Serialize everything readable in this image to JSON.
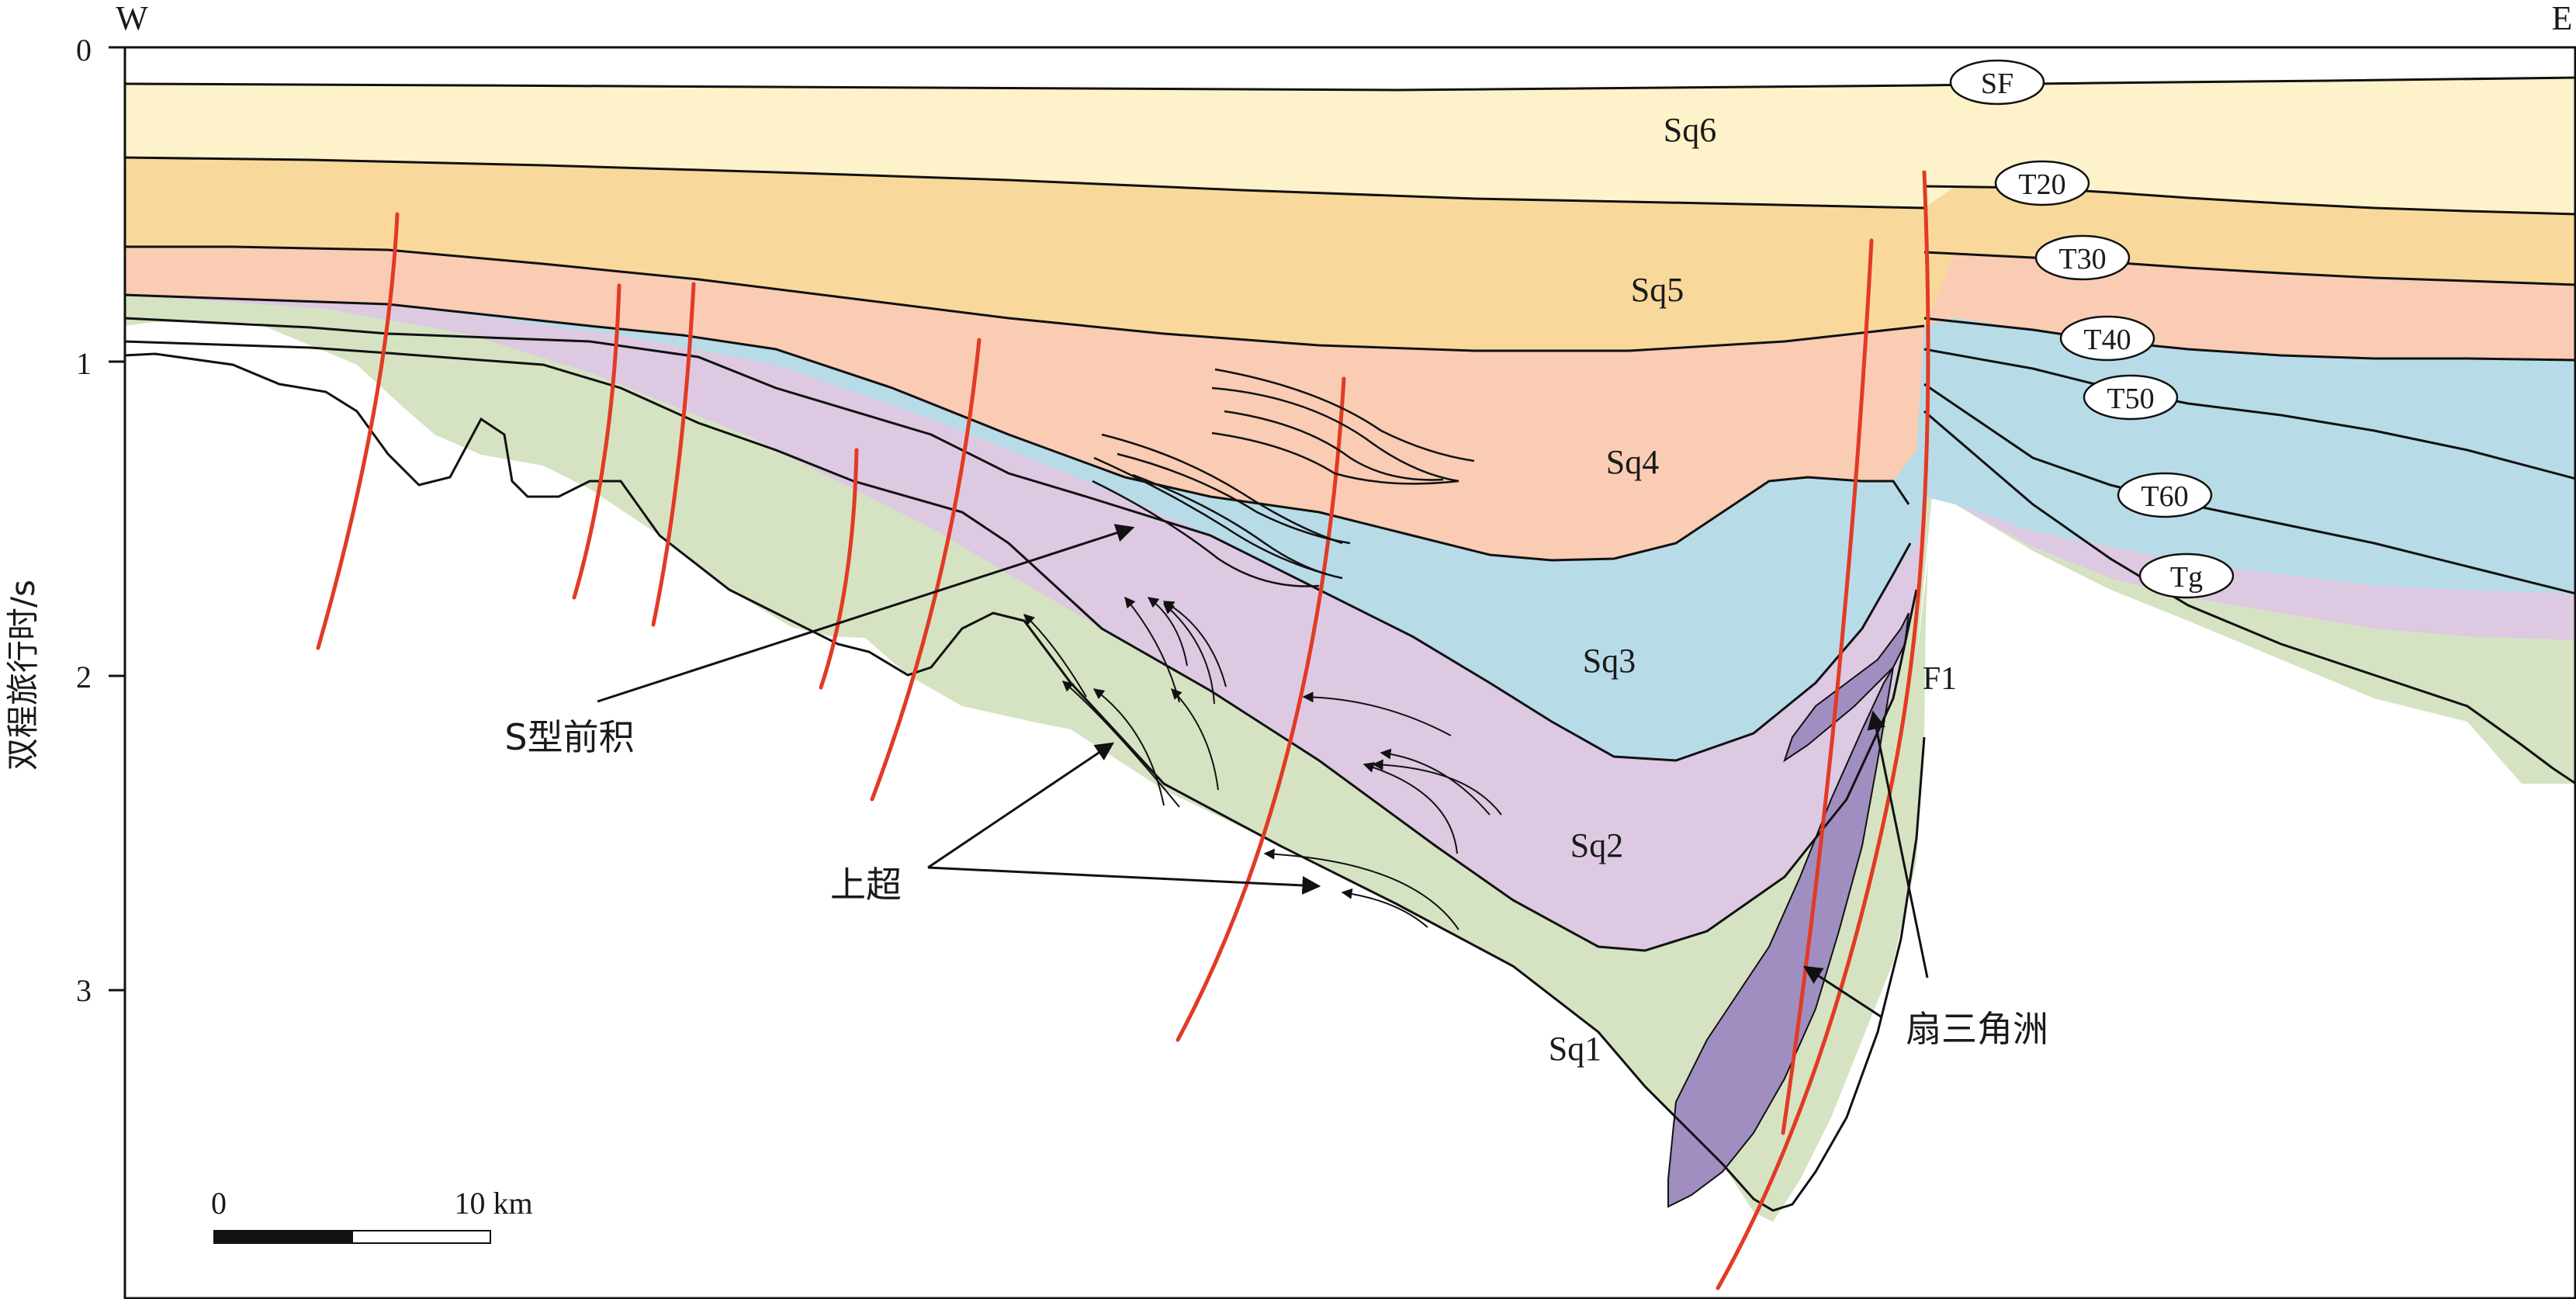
{
  "orientation": {
    "west": "W",
    "east": "E"
  },
  "axis": {
    "label": "双程旅行时/s",
    "ticks": [
      "0",
      "1",
      "2",
      "3"
    ]
  },
  "sequences": [
    {
      "name": "Sq6",
      "color": "#fdf2c9"
    },
    {
      "name": "Sq5",
      "color": "#f9d99b"
    },
    {
      "name": "Sq4",
      "color": "#f9ccb3"
    },
    {
      "name": "Sq3",
      "color": "#b8dbe8"
    },
    {
      "name": "Sq2",
      "color": "#ddc9e2"
    },
    {
      "name": "Sq1",
      "color": "#d5e3c2"
    }
  ],
  "fan_delta_color": "#a08ec0",
  "horizons": [
    "SF",
    "T20",
    "T30",
    "T40",
    "T50",
    "T60",
    "Tg"
  ],
  "fault": {
    "name": "F1",
    "color": "#e23a24"
  },
  "annotations": {
    "prograding": "S型前积",
    "onlap": "上超",
    "fan_delta": "扇三角洲"
  },
  "scale_bar": {
    "start": "0",
    "end": "10 km"
  }
}
